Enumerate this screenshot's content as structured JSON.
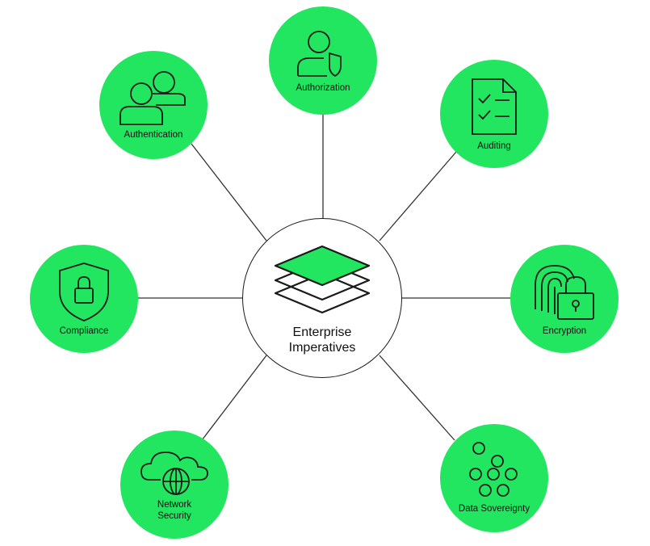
{
  "center": {
    "line1": "Enterprise",
    "line2": "Imperatives"
  },
  "nodes": {
    "authorization": "Authorization",
    "authentication": "Authentication",
    "auditing": "Auditing",
    "compliance": "Compliance",
    "encryption": "Encryption",
    "network_security": {
      "line1": "Network",
      "line2": "Security"
    },
    "data_sovereignty": "Data Sovereignty"
  },
  "colors": {
    "accent": "#22e560",
    "stroke": "#1a1a1a"
  }
}
